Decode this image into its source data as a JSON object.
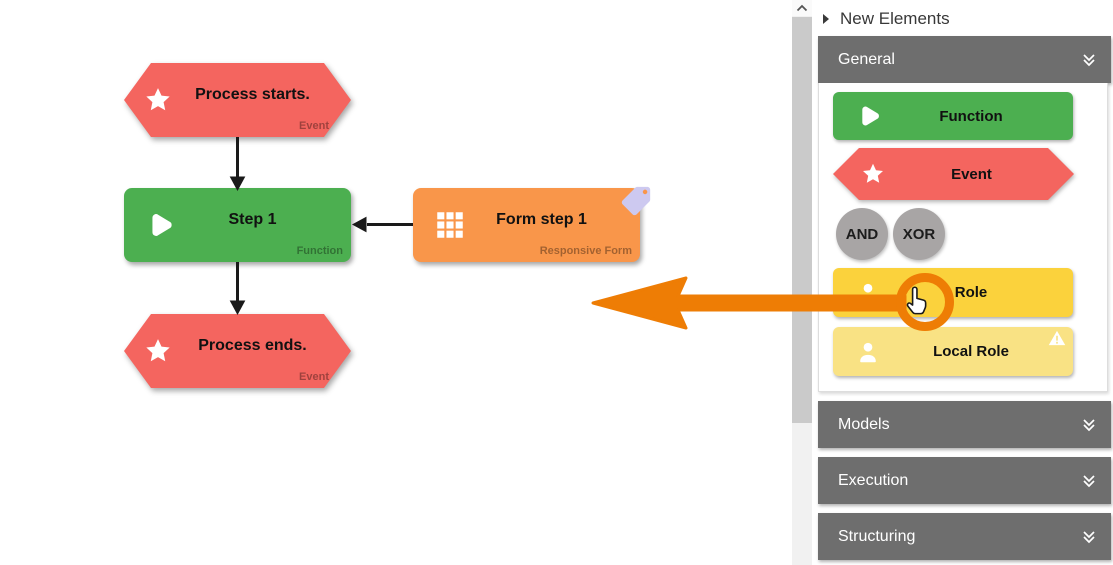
{
  "sidebar": {
    "title": "New Elements",
    "sections": [
      {
        "label": "General",
        "state": "expanded"
      },
      {
        "label": "Models",
        "state": "collapsed"
      },
      {
        "label": "Execution",
        "state": "collapsed"
      },
      {
        "label": "Structuring",
        "state": "collapsed"
      }
    ],
    "palette": {
      "function_label": "Function",
      "event_label": "Event",
      "and_label": "AND",
      "xor_label": "XOR",
      "role_label": "Role",
      "local_role_label": "Local Role"
    }
  },
  "canvas": {
    "nodes": {
      "start": {
        "label": "Process starts.",
        "type": "Event"
      },
      "step1": {
        "label": "Step 1",
        "type": "Function"
      },
      "form1": {
        "label": "Form step 1",
        "type": "Responsive Form"
      },
      "end": {
        "label": "Process ends.",
        "type": "Event"
      }
    }
  },
  "icons": {
    "event": "star-icon",
    "function": "play-icon",
    "form": "grid-icon",
    "role": "person-icon",
    "local_role_badge": "warning-icon",
    "form_badge": "tag-icon",
    "section_toggle": "double-chevron-down-icon",
    "scroll_up": "chevron-up-icon",
    "title_toggle": "triangle-right-icon",
    "pointer": "hand-cursor-icon"
  },
  "colors": {
    "event_red": "#F4655F",
    "function_green": "#4CAF50",
    "form_orange": "#F9964A",
    "role_yellow": "#FBD23C",
    "local_role_yellow": "#F9E284",
    "gateway_gray": "#A8A5A5",
    "header_gray": "#6E6E6E",
    "drag_orange": "#EE7D05",
    "tag_lavender": "#CDC9F0",
    "arrow_black": "#1A1A1A"
  }
}
